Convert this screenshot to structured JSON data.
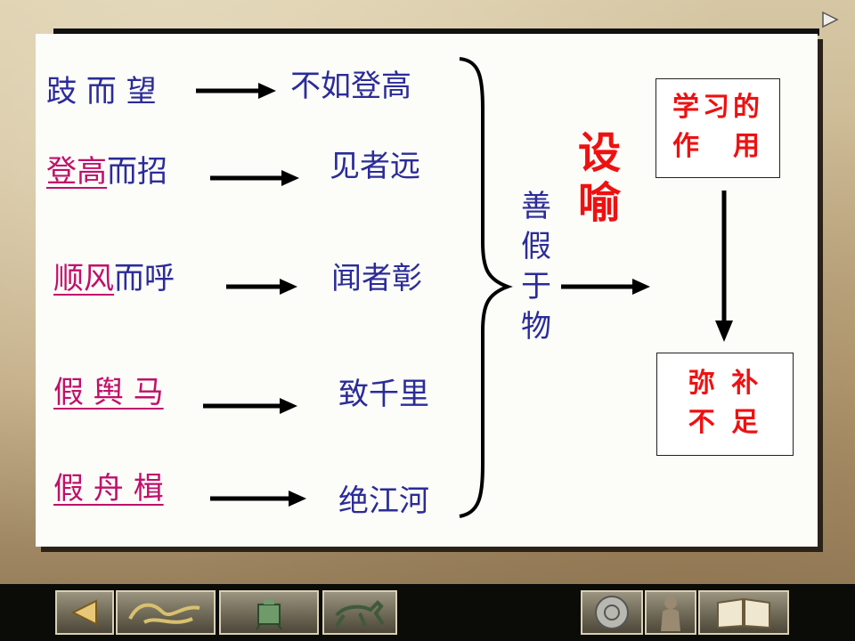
{
  "left_column": [
    {
      "prefix": "",
      "emphasis": "",
      "suffix": "跂 而 望"
    },
    {
      "prefix": "",
      "emphasis": "登高",
      "suffix": "而招"
    },
    {
      "prefix": "",
      "emphasis": "顺风",
      "suffix": "而呼"
    },
    {
      "prefix": "",
      "emphasis": "假 舆 马",
      "suffix": ""
    },
    {
      "prefix": "",
      "emphasis": "假 舟 楫",
      "suffix": ""
    }
  ],
  "right_column": [
    "不如登高",
    "见者远",
    "闻者彰",
    "致千里",
    "绝江河"
  ],
  "middle_label": [
    "善",
    "假",
    "于",
    "物"
  ],
  "rhetoric_label": [
    "设",
    "喻"
  ],
  "top_box": [
    "学习的",
    "作　用"
  ],
  "bottom_box": [
    "弥 补",
    "不 足"
  ],
  "icons": {
    "nav_next": "next-slide-icon",
    "bottom_buttons": [
      "back-arrow-icon",
      "dragon-icon",
      "bronze-vessel-icon",
      "galloping-horse-icon",
      "bronze-mirror-icon",
      "terracotta-warrior-icon",
      "book-icon"
    ]
  },
  "colors": {
    "text_blue": "#2b2b9a",
    "emphasis_pink": "#c0106a",
    "highlight_red": "#ee1111"
  }
}
